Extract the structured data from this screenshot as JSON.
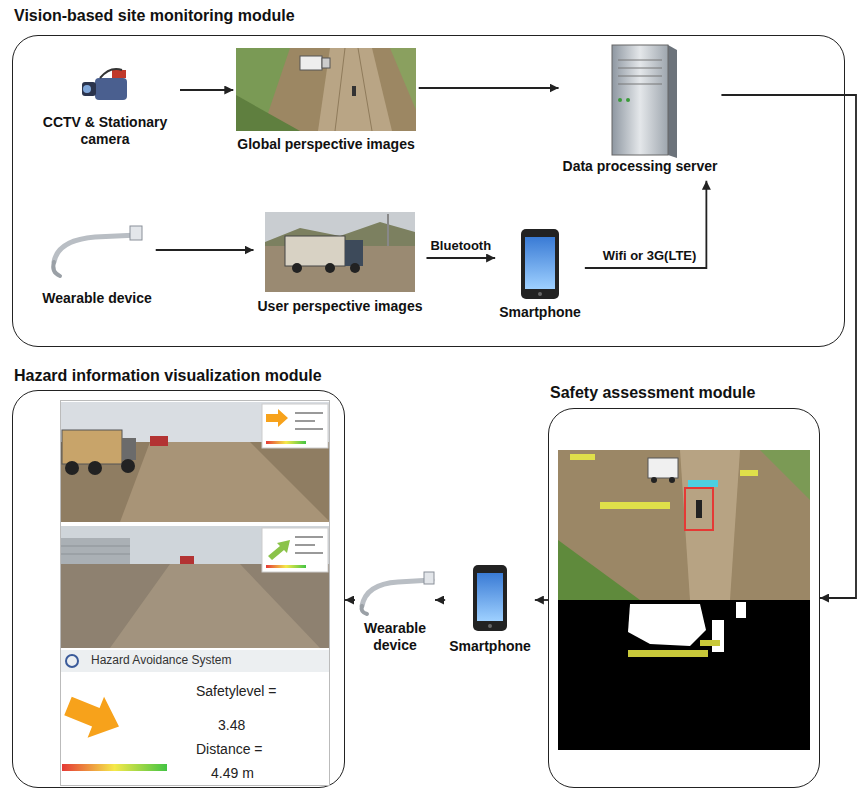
{
  "diagram": {
    "nodes": [
      {
        "text": [
          "Vision-based site monitoring module"
        ]
      },
      {
        "text": [
          "CCTV & Stationary camera"
        ],
        "in": 0
      },
      {
        "text": [
          "Global perspective images"
        ],
        "in": 0
      },
      {
        "text": [
          "Data processing server"
        ],
        "in": 0
      },
      {
        "text": [
          "Wearable device"
        ],
        "in": 0
      },
      {
        "text": [
          "User perspective images"
        ],
        "in": 0
      },
      {
        "text": [
          "Smartphone"
        ],
        "in": 0
      },
      {
        "text": [
          "Hazard information visualization module"
        ]
      },
      {
        "text": [
          "Hazard Avoidance System",
          "Safetylevel =",
          "3.48",
          "Distance =",
          "4.49 m"
        ],
        "in": 7
      },
      {
        "text": [
          "Wearable device"
        ]
      },
      {
        "text": [
          "Smartphone"
        ]
      },
      {
        "text": [
          "Safety assessment module"
        ]
      }
    ],
    "edges": [
      {
        "from": 1,
        "to": 2,
        "arrow": "to"
      },
      {
        "from": 2,
        "to": 3,
        "arrow": "to"
      },
      {
        "from": 4,
        "to": 5,
        "arrow": "to"
      },
      {
        "from": 5,
        "to": 6,
        "arrow": "to",
        "label": "Bluetooth"
      },
      {
        "from": 6,
        "to": 3,
        "arrow": "to",
        "label": "Wifi or 3G(LTE)"
      },
      {
        "from": 3,
        "to": 11,
        "arrow": "to"
      },
      {
        "from": 11,
        "to": 10,
        "arrow": "to"
      },
      {
        "from": 10,
        "to": 9,
        "arrow": "to"
      },
      {
        "from": 9,
        "to": 7,
        "arrow": "to"
      }
    ]
  }
}
